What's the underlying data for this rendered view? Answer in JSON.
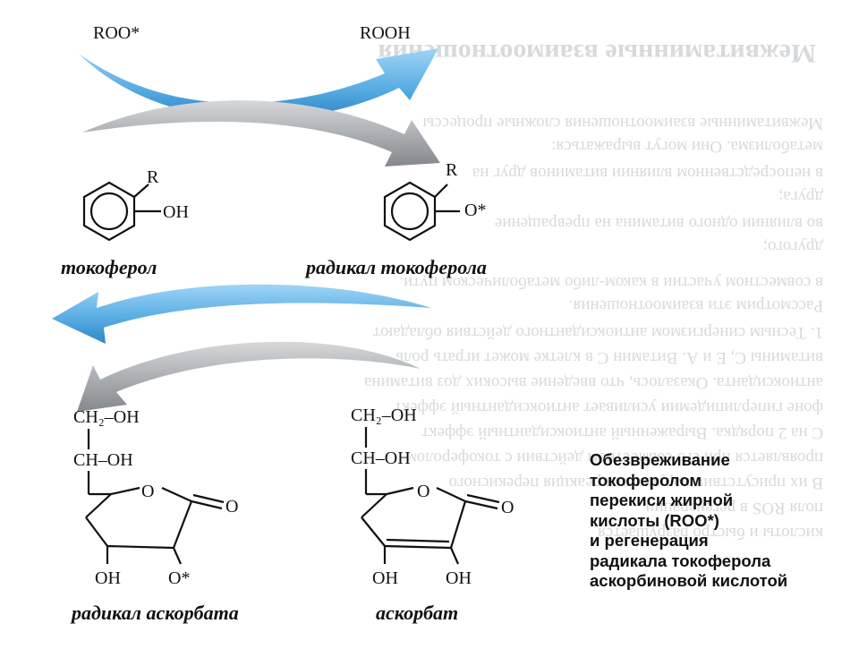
{
  "reaction": {
    "roo": "ROO*",
    "rooh": "ROOH"
  },
  "tocopherol": {
    "substituent": "R",
    "group": "OH",
    "label": "токоферол"
  },
  "tocopherol_radical": {
    "substituent": "R",
    "group": "O*",
    "label": "радикал токоферола"
  },
  "ascorbate_radical": {
    "ch2oh": "CH₂–OH",
    "choh": "CH–OH",
    "ring_o": "O",
    "carbonyl_o": "O",
    "oh": "OH",
    "o_radical": "O*",
    "label": "радикал аскорбата"
  },
  "ascorbate": {
    "ch2oh": "CH₂–OH",
    "choh": "CH–OH",
    "ring_o": "O",
    "carbonyl_o": "O",
    "oh_left": "OH",
    "oh_right": "OH",
    "label": "аскорбат"
  },
  "caption": {
    "lines": [
      "Обезвреживание",
      "токоферолом",
      "перекиси жирной",
      "кислоты (ROO*)",
      "и регенерация",
      "радикала токоферола",
      "аскорбиновой кислотой"
    ]
  },
  "background_page": {
    "heading": "Межвитаминные взаимоотношения",
    "lines": [
      "Межвитаминные взаимоотношения сложные процессы",
      "метаболизма. Они могут выражаться:",
      "в непосредственном влиянии витаминов друг на",
      "друга;",
      "во влиянии одного витамина на превращение",
      "другого;",
      "в совместном участии в каком-либо метаболическом пути.",
      "Рассмотрим эти взаимоотношения.",
      "1. Тесным синергизмом антиоксидантного действия обладают",
      "витамины C, E и A. Витамин C в клетке может играть роль",
      "антиоксиданта. Оказалось, что введение высоких доз витамина",
      "фоне гиперлипидемии усиливает антиоксидантный эффект",
      "C на 2 порядка. Выраженный антиоксидантный эффект",
      "проявляется при его совместном действии с токоферолом",
      "В их присутствии нарушается реакция перекисного",
      "поля ROS в регенерации",
      "кислоты и быстро разрушается"
    ],
    "colors": {
      "text": "#b7bcc1"
    }
  },
  "colors": {
    "blue_arrow": "#5aaee4",
    "gray_arrow": "#a9acaf",
    "ink": "#111111"
  }
}
